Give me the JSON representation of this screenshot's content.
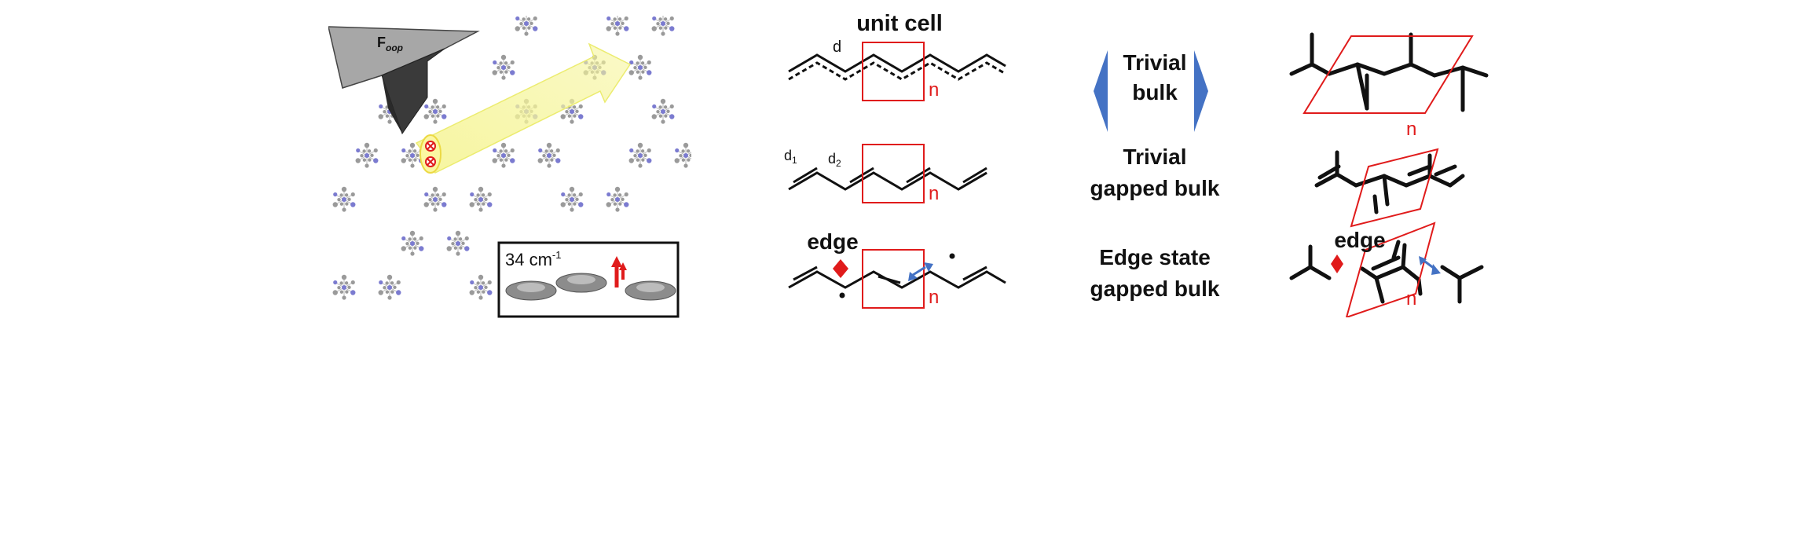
{
  "left_panel": {
    "tip_label_main": "F",
    "tip_label_sub": "oop",
    "inset_label_value": "34 cm",
    "inset_label_sup": "-1"
  },
  "column_middle": {
    "row1_title": "unit cell",
    "row1_bond": "d",
    "row1_n": "n",
    "row2_d1": "d",
    "row2_d1_sub": "1",
    "row2_d2": "d",
    "row2_d2_sub": "2",
    "row2_n": "n",
    "row3_edge": "edge",
    "row3_n": "n"
  },
  "column_labels": {
    "row1_line1": "Trivial",
    "row1_line2": "bulk",
    "row2_line1": "Trivial",
    "row2_line2": "gapped bulk",
    "row3_line1": "Edge state",
    "row3_line2": "gapped bulk"
  },
  "column_right": {
    "row1_n": "n",
    "row3_edge": "edge",
    "row3_n": "n"
  },
  "colors": {
    "red": "#e01b1b",
    "blue": "#4472c4",
    "yellow": "#f6f59a",
    "bond": "#111111",
    "gray": "#9a9a9a",
    "nitrogen": "#7b7bd0"
  }
}
